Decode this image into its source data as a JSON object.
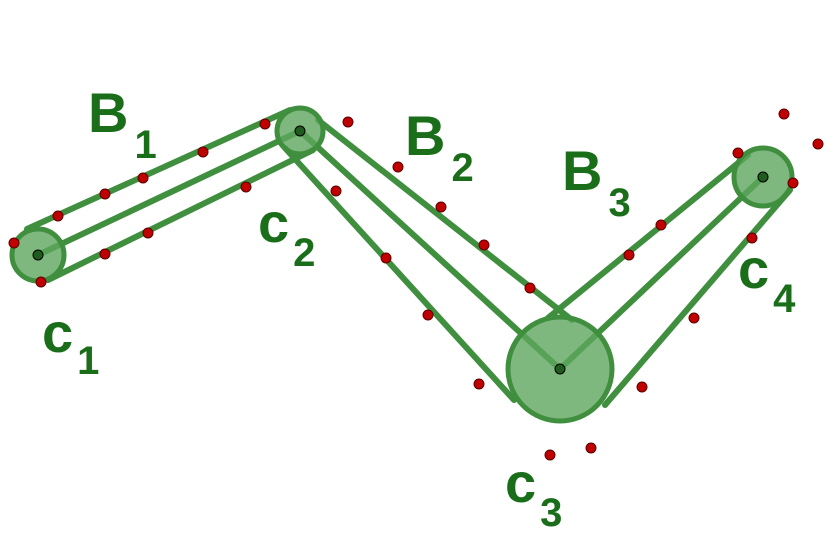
{
  "labels": {
    "B1": {
      "main": "B",
      "sub": "1"
    },
    "B2": {
      "main": "B",
      "sub": "2"
    },
    "B3": {
      "main": "B",
      "sub": "3"
    },
    "c1": {
      "main": "c",
      "sub": "1"
    },
    "c2": {
      "main": "c",
      "sub": "2"
    },
    "c3": {
      "main": "c",
      "sub": "3"
    },
    "c4": {
      "main": "c",
      "sub": "4"
    }
  },
  "colors": {
    "label": "#1a6e1a",
    "hull": "#3f8f3f",
    "circle_fill": "#5ea65e",
    "point": "#c00000"
  }
}
